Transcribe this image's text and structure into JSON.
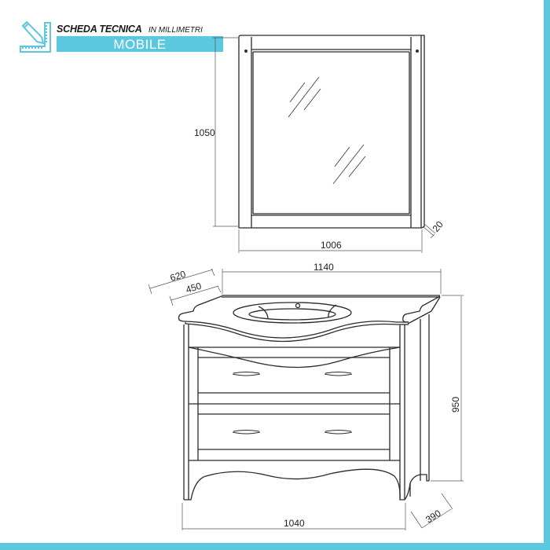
{
  "header": {
    "title": "SCHEDA TECNICA",
    "subtitle": "IN MILLIMETRI",
    "banner": "MOBILE",
    "logo_icon": "pencil-ruler-icon"
  },
  "colors": {
    "accent": "#5bc8e0",
    "line": "#2a2a2a",
    "dimension_line": "#555555"
  },
  "mirror": {
    "height_mm": "1050",
    "width_mm": "1006",
    "depth_mm": "20"
  },
  "vanity": {
    "top_width_mm": "1140",
    "top_depth_mm": "620",
    "basin_depth_mm": "450",
    "height_mm": "950",
    "body_width_mm": "1040",
    "body_depth_mm": "390",
    "drawers": 2
  }
}
